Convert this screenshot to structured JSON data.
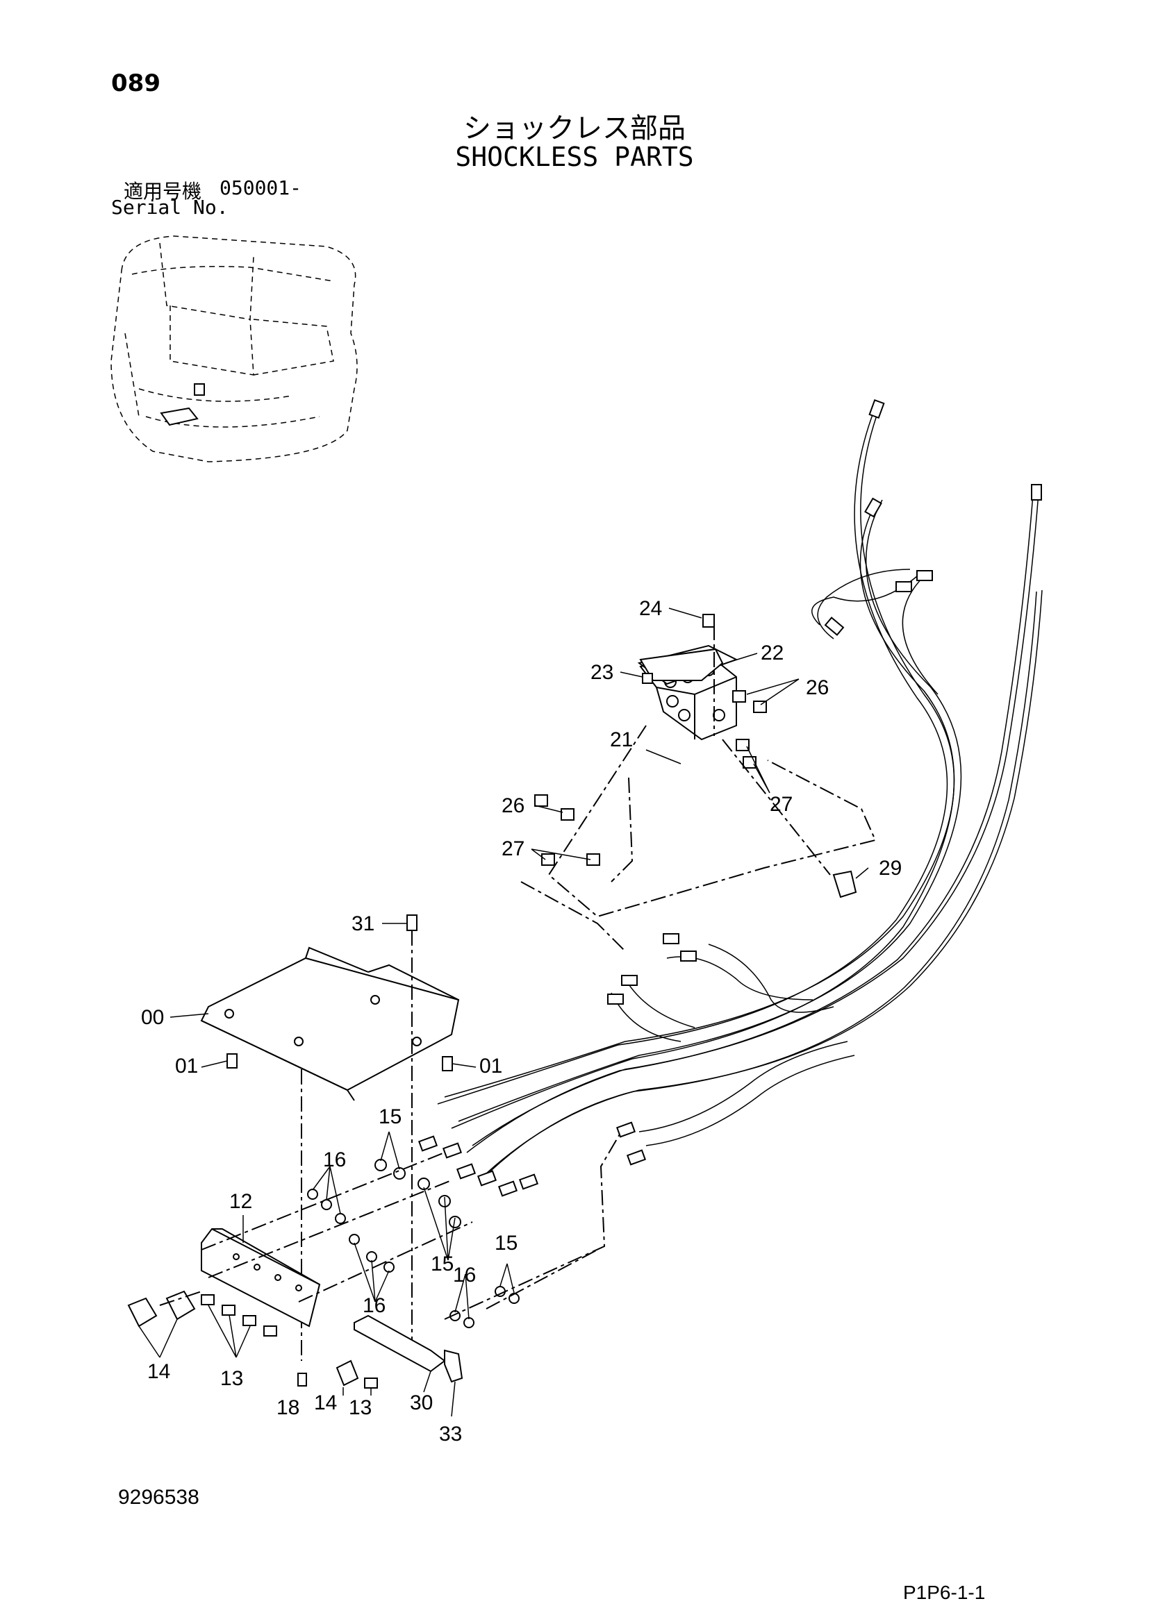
{
  "header": {
    "page_number": "089",
    "title_jp": "ショックレス部品",
    "title_en": "SHOCKLESS PARTS",
    "serial_label_jp": "適用号機",
    "serial_value": "050001-",
    "serial_label_en": "Serial No."
  },
  "footer": {
    "document_number": "9296538",
    "sheet_code": "P1P6-1-1"
  },
  "callouts": [
    {
      "id": "c24",
      "label": "24"
    },
    {
      "id": "c22",
      "label": "22"
    },
    {
      "id": "c23",
      "label": "23"
    },
    {
      "id": "c26a",
      "label": "26"
    },
    {
      "id": "c21",
      "label": "21"
    },
    {
      "id": "c27a",
      "label": "27"
    },
    {
      "id": "c26b",
      "label": "26"
    },
    {
      "id": "c27b",
      "label": "27"
    },
    {
      "id": "c29",
      "label": "29"
    },
    {
      "id": "c31",
      "label": "31"
    },
    {
      "id": "c00",
      "label": "00"
    },
    {
      "id": "c01a",
      "label": "01"
    },
    {
      "id": "c01b",
      "label": "01"
    },
    {
      "id": "c15a",
      "label": "15"
    },
    {
      "id": "c16a",
      "label": "16"
    },
    {
      "id": "c12",
      "label": "12"
    },
    {
      "id": "c15b",
      "label": "15"
    },
    {
      "id": "c16b",
      "label": "16"
    },
    {
      "id": "c16c",
      "label": "16"
    },
    {
      "id": "c15c",
      "label": "15"
    },
    {
      "id": "c14a",
      "label": "14"
    },
    {
      "id": "c13a",
      "label": "13"
    },
    {
      "id": "c18",
      "label": "18"
    },
    {
      "id": "c14b",
      "label": "14"
    },
    {
      "id": "c13b",
      "label": "13"
    },
    {
      "id": "c30",
      "label": "30"
    },
    {
      "id": "c33",
      "label": "33"
    }
  ]
}
